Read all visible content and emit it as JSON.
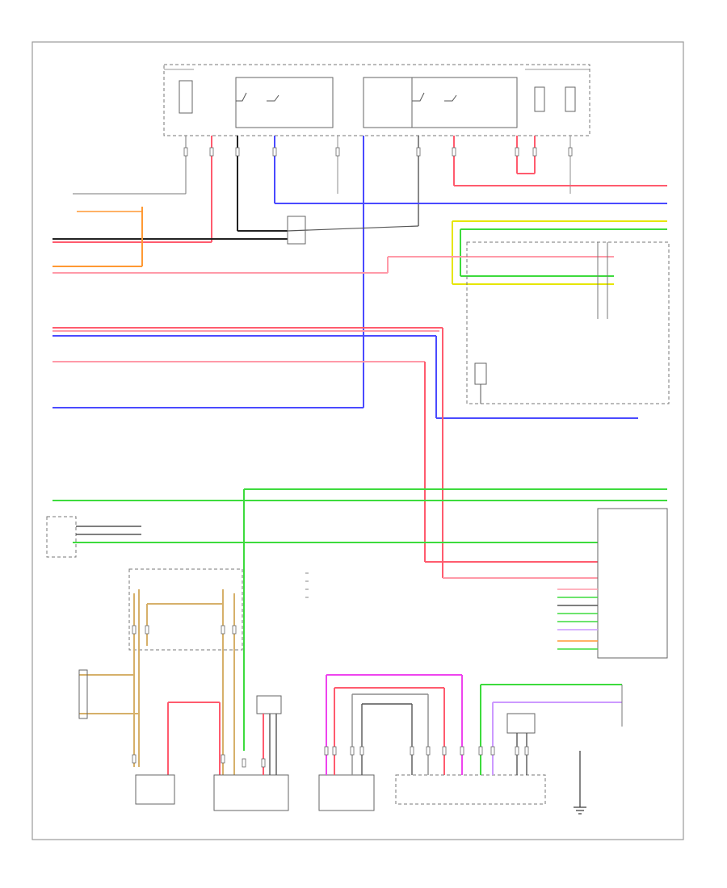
{
  "page": {
    "footer_code": ""
  },
  "components": [
    {
      "id": "dash-fuse-box",
      "label": ""
    },
    {
      "id": "engine-room-relay-box",
      "label": ""
    },
    {
      "id": "fuse-f1",
      "label": ""
    },
    {
      "id": "fuse-f2",
      "label": ""
    },
    {
      "id": "relay-r1",
      "label": ""
    },
    {
      "id": "relay-r2",
      "label": ""
    },
    {
      "id": "fuse-f3",
      "label": ""
    },
    {
      "id": "fuse-f4",
      "label": ""
    },
    {
      "id": "left-junction",
      "label": ""
    },
    {
      "id": "right-connector-block",
      "label": ""
    },
    {
      "id": "sensor-unit",
      "label": ""
    },
    {
      "id": "ground-note",
      "label": ""
    },
    {
      "id": "control-module",
      "label": ""
    },
    {
      "id": "left-sensor",
      "label": ""
    },
    {
      "id": "crank-sensor",
      "label": ""
    },
    {
      "id": "left-motor-assembly",
      "label": ""
    },
    {
      "id": "center-connector",
      "label": ""
    },
    {
      "id": "heater-switch-assembly",
      "label": ""
    },
    {
      "id": "right-harness",
      "label": ""
    },
    {
      "id": "bottom-right-ground",
      "label": ""
    },
    {
      "id": "legend-box",
      "label": ""
    }
  ],
  "wire_colors": {
    "red": "#ff5b6e",
    "pink": "#ff9aa8",
    "blue": "#4a4aff",
    "green": "#3ddb3d",
    "yellow": "#e6e600",
    "orange": "#ff9933",
    "black": "#222222",
    "gray": "#8c8c8c",
    "magenta": "#ee44ee",
    "tan": "#d6b06a",
    "lavender": "#cc99ff",
    "darkgray": "#555555"
  }
}
